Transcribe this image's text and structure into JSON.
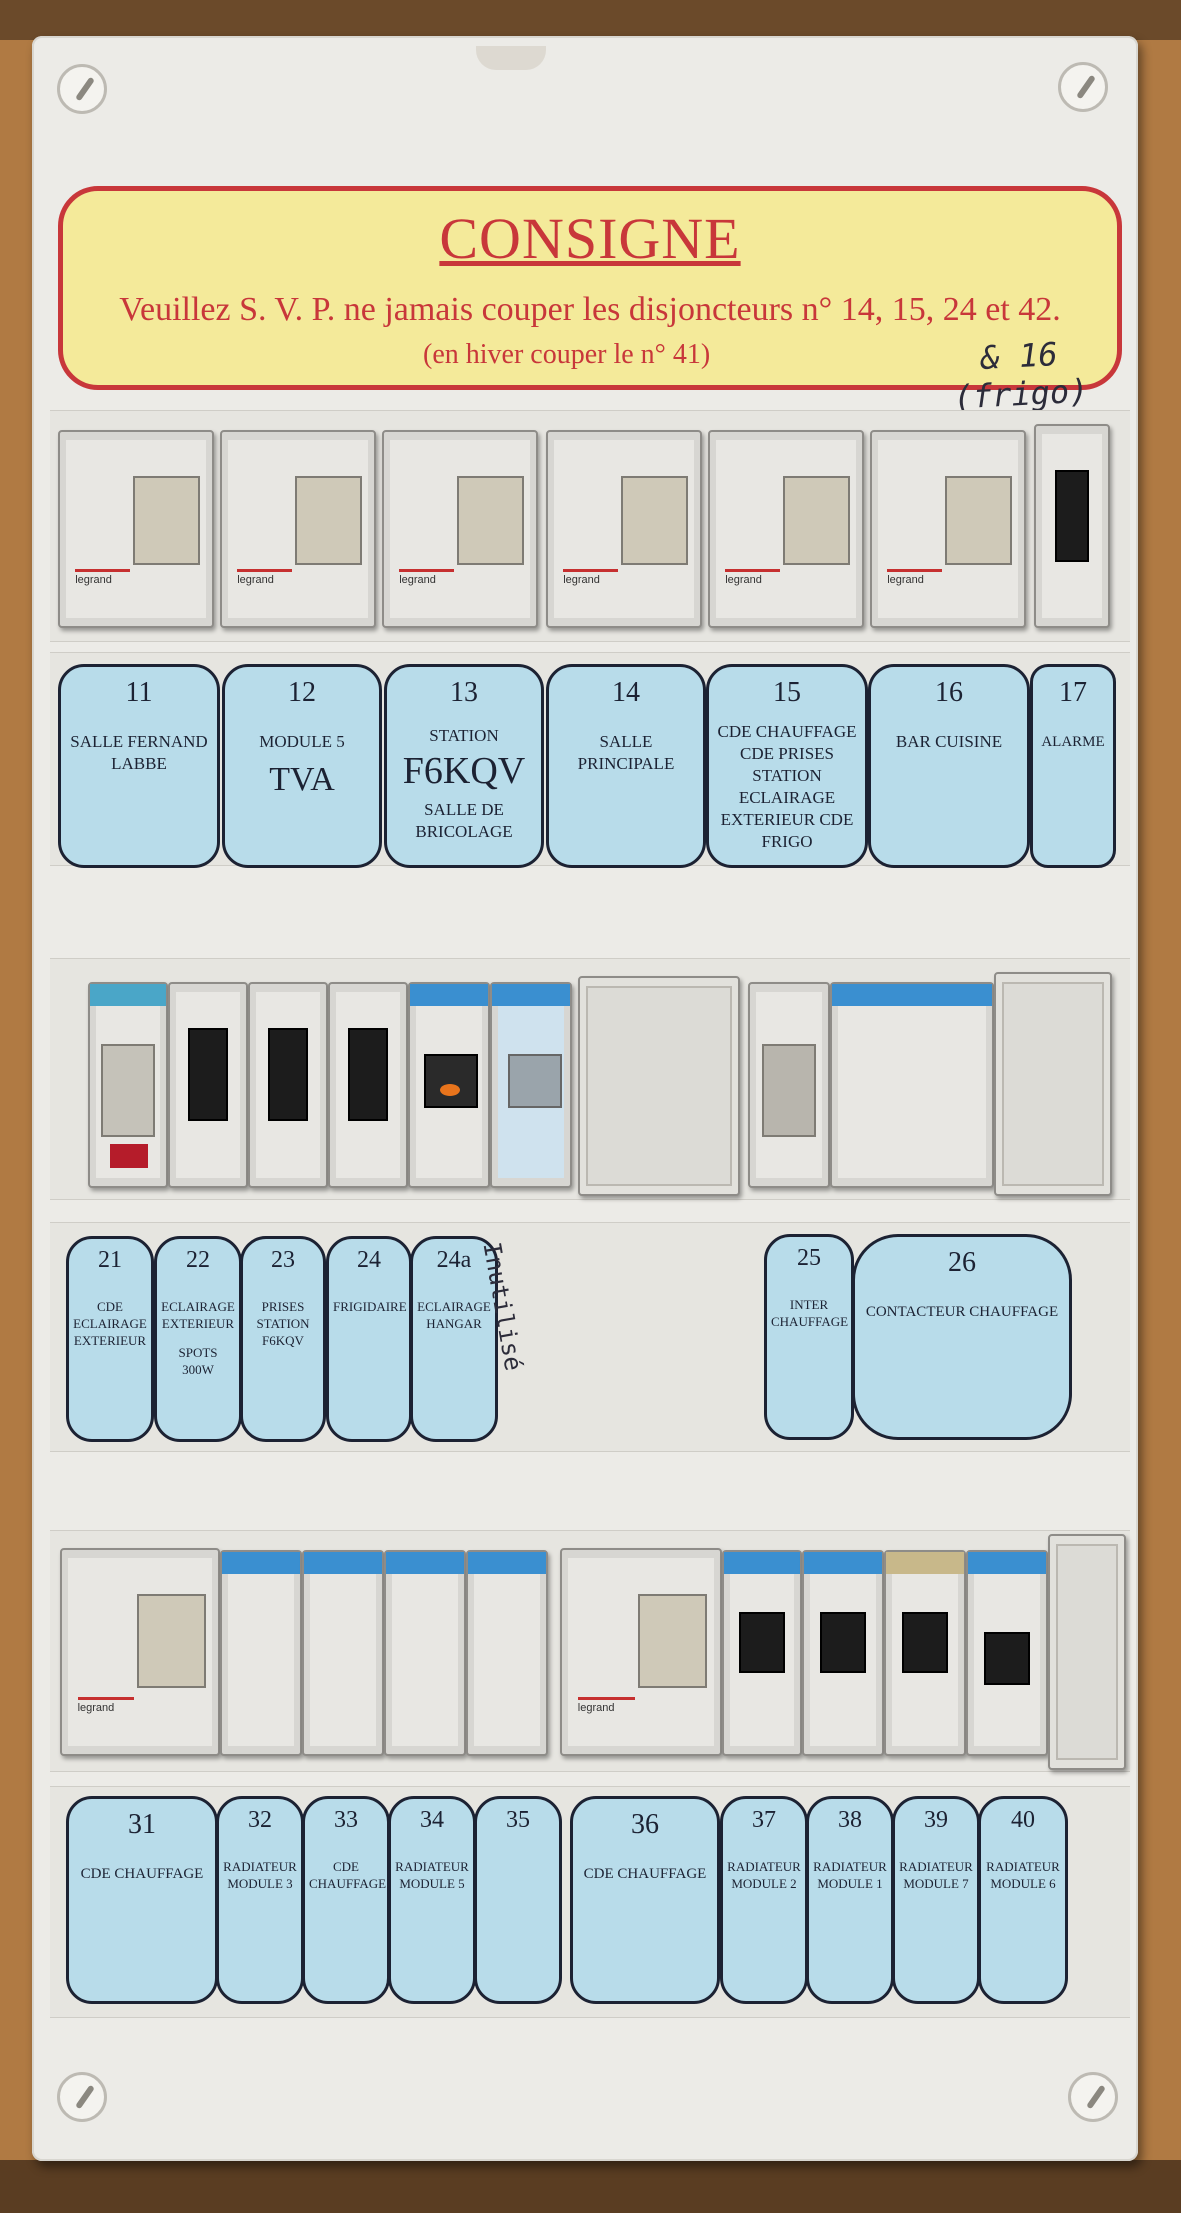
{
  "consigne": {
    "title": "CONSIGNE",
    "line1": "Veuillez S. V. P. ne jamais couper les disjoncteurs n° 14, 15, 24 et 42.",
    "line2": "(en hiver couper le n° 41)",
    "handwritten": "& 16 (frigo)"
  },
  "row1": [
    {
      "num": "11",
      "desc": "SALLE FERNAND LABBE"
    },
    {
      "num": "12",
      "desc": "MODULE 5",
      "extra": "TVA"
    },
    {
      "num": "13",
      "desc": "STATION",
      "extra": "F6KQV",
      "desc2": "SALLE DE BRICOLAGE"
    },
    {
      "num": "14",
      "desc": "SALLE PRINCIPALE"
    },
    {
      "num": "15",
      "desc": "CDE CHAUFFAGE CDE PRISES STATION ECLAIRAGE EXTERIEUR CDE FRIGO"
    },
    {
      "num": "16",
      "desc": "BAR CUISINE"
    },
    {
      "num": "17",
      "desc": "ALARME"
    }
  ],
  "row2": [
    {
      "num": "21",
      "desc": "CDE ECLAIRAGE EXTERIEUR"
    },
    {
      "num": "22",
      "desc": "ECLAIRAGE EXTERIEUR",
      "desc2": "SPOTS 300W"
    },
    {
      "num": "23",
      "desc": "PRISES STATION F6KQV"
    },
    {
      "num": "24",
      "desc": "FRIGIDAIRE"
    },
    {
      "num": "24a",
      "desc": "ECLAIRAGE HANGAR"
    },
    {
      "num": "25",
      "desc": "INTER CHAUFFAGE"
    },
    {
      "num": "26",
      "desc": "CONTACTEUR CHAUFFAGE"
    }
  ],
  "row2_handnote": "Inutilisé",
  "row3": [
    {
      "num": "31",
      "desc": "CDE CHAUFFAGE"
    },
    {
      "num": "32",
      "desc": "RADIATEUR MODULE 3"
    },
    {
      "num": "33",
      "desc": "CDE CHAUFFAGE"
    },
    {
      "num": "34",
      "desc": "RADIATEUR MODULE 5"
    },
    {
      "num": "35",
      "desc": ""
    },
    {
      "num": "36",
      "desc": "CDE CHAUFFAGE"
    },
    {
      "num": "37",
      "desc": "RADIATEUR MODULE 2"
    },
    {
      "num": "38",
      "desc": "RADIATEUR MODULE 1"
    },
    {
      "num": "39",
      "desc": "RADIATEUR MODULE 7"
    },
    {
      "num": "40",
      "desc": "RADIATEUR MODULE 6"
    }
  ],
  "colors": {
    "label_fill": "#b8dcea",
    "label_border": "#1c2233",
    "consigne_red": "#c8373a",
    "consigne_fill": "#f4ea9a"
  }
}
